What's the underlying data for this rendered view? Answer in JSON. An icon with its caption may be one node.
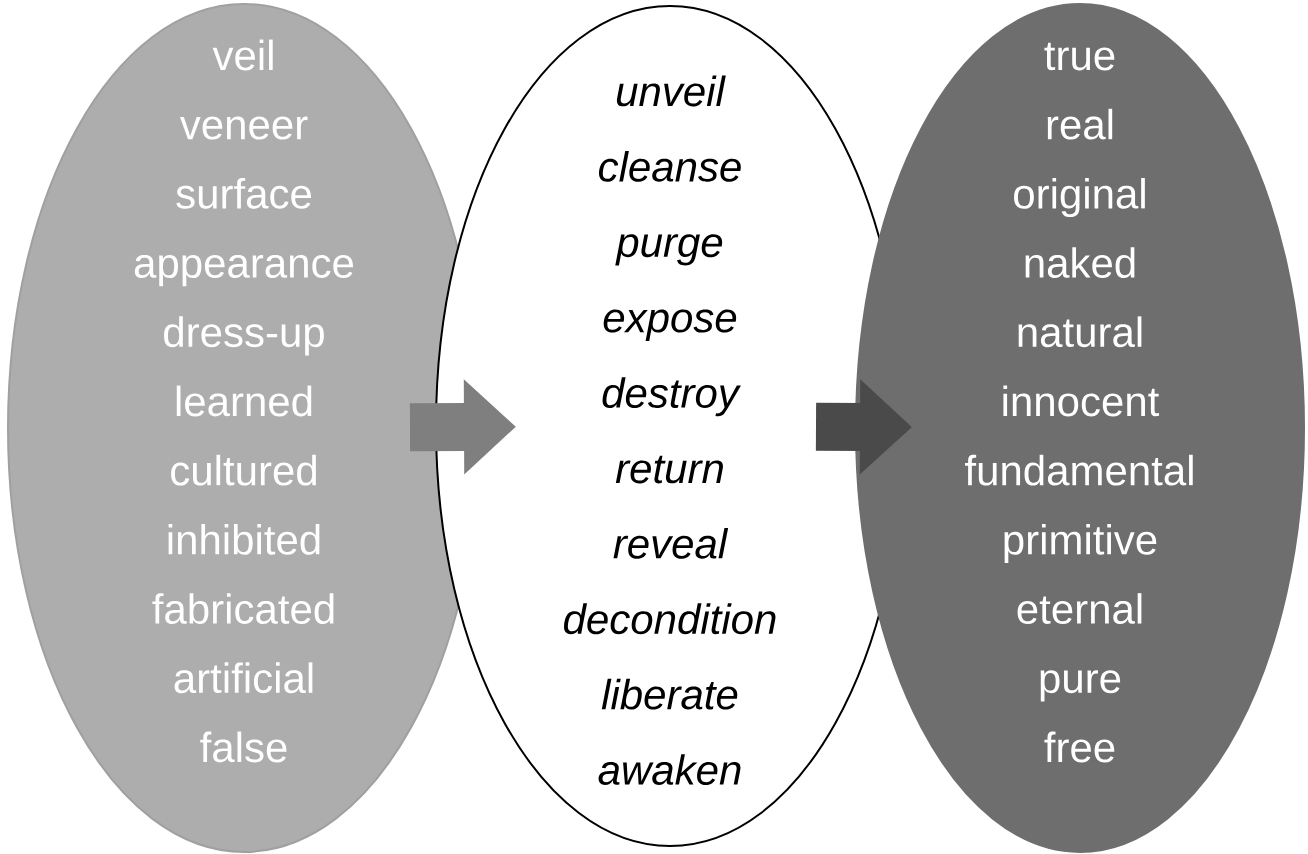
{
  "diagram": {
    "nodes": [
      {
        "text": [
          "veil",
          "veneer",
          "surface",
          "appearance",
          "dress-up",
          "learned",
          "cultured",
          "inhibited",
          "fabricated",
          "artificial",
          "false"
        ]
      },
      {
        "text": [
          "unveil",
          "cleanse",
          "purge",
          "expose",
          "destroy",
          "return",
          "reveal",
          "decondition",
          "liberate",
          "awaken"
        ]
      },
      {
        "text": [
          "true",
          "real",
          "original",
          "naked",
          "natural",
          "innocent",
          "fundamental",
          "primitive",
          "eternal",
          "pure",
          "free"
        ]
      }
    ],
    "edges": [
      {
        "from": 0,
        "to": 1,
        "arrow": "to"
      },
      {
        "from": 1,
        "to": 2,
        "arrow": "to",
        "color": "#4a4a4a"
      }
    ]
  }
}
